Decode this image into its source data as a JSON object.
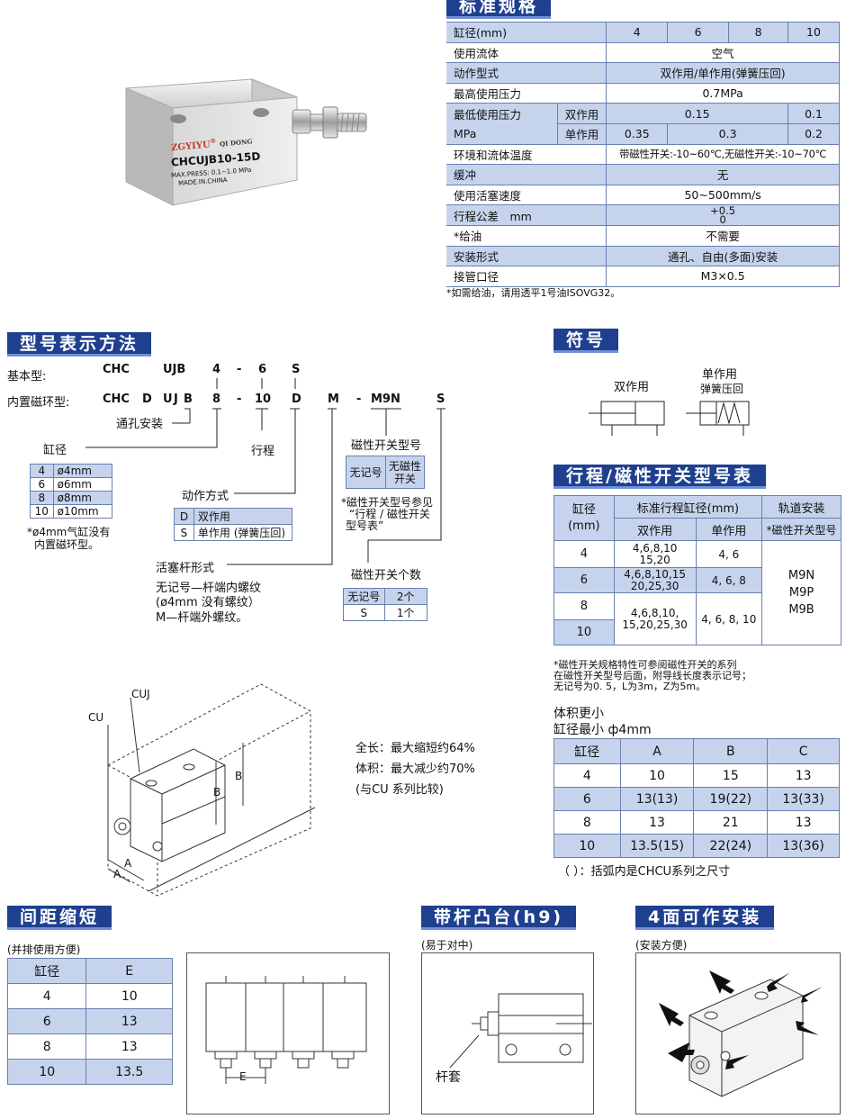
{
  "sections": {
    "spec": "标准规格",
    "model": "型号表示方法",
    "symbol": "符号",
    "stroke": "行程/磁性开关型号表",
    "pitch": "间距缩短",
    "boss": "带杆凸台(h9)",
    "mount": "4面可作安装"
  },
  "product": {
    "brand": "ZGYIYU",
    "brand_mark": "®",
    "maker": "QI DONG",
    "model": "CHCUJB10-15D",
    "pressure": "MAX.PRESS: 0.1~1.0 MPa",
    "made": "MADE.IN.CHINA"
  },
  "spec": {
    "bore_label": "缸径(mm)",
    "bores": [
      "4",
      "6",
      "8",
      "10"
    ],
    "fluid_label": "使用流体",
    "fluid": "空气",
    "action_label": "动作型式",
    "action": "双作用/单作用(弹簧压回)",
    "maxp_label": "最高使用压力",
    "maxp": "0.7MPa",
    "minp_label1": "最低使用压力",
    "minp_label2": "MPa",
    "double_label": "双作用",
    "double_a": "0.15",
    "double_b": "0.1",
    "single_label": "单作用",
    "single_a": "0.35",
    "single_b": "0.3",
    "single_c": "0.2",
    "temp_label": "环境和流体温度",
    "temp": "带磁性开关:-10~60℃,无磁性开关:-10~70℃",
    "cushion_label": "缓冲",
    "cushion": "无",
    "speed_label": "使用活塞速度",
    "speed": "50~500mm/s",
    "tol_label": "行程公差　mm",
    "tol_top": "+0.5",
    "tol_bottom": "0",
    "oil_label": "*给油",
    "oil": "不需要",
    "install_label": "安装形式",
    "install": "通孔、自由(多面)安装",
    "port_label": "接管口径",
    "port": "M3×0.5",
    "note": "*如需给油，请用透平1号油ISOVG32。"
  },
  "model": {
    "basic_label": "基本型:",
    "basic": {
      "a": "CHC",
      "b": "UJB",
      "c": "4",
      "d": "-",
      "e": "6",
      "f": "S"
    },
    "builtin_label": "内置磁环型:",
    "builtin": {
      "a": "CHC",
      "b": "D",
      "c": "U",
      "d": "J",
      "e": "B",
      "f": "8",
      "g": "-",
      "h": "10",
      "i": "D",
      "j": "M",
      "k": "-",
      "l": "M9N",
      "m": "S"
    },
    "through": "通孔安装",
    "bore_label": "缸径",
    "bore_rows": [
      [
        "4",
        "ø4mm"
      ],
      [
        "6",
        "ø6mm"
      ],
      [
        "8",
        "ø8mm"
      ],
      [
        "10",
        "ø10mm"
      ]
    ],
    "bore_note1": "*ø4mm气缸没有",
    "bore_note2": "内置磁环型。",
    "stroke_label": "行程",
    "action_label": "动作方式",
    "action_rows": [
      [
        "D",
        "双作用"
      ],
      [
        "S",
        "单作用 (弹簧压回)"
      ]
    ],
    "rod_label": "活塞杆形式",
    "rod_lines": [
      "无记号—杆端内螺纹",
      "(ø4mm 没有螺纹）",
      "M—杆端外螺纹。"
    ],
    "switch_label": "磁性开关型号",
    "switch_cells": [
      "无记号",
      "无磁性",
      "开关"
    ],
    "switch_note": [
      "*磁性开关型号参见",
      "“行程 / 磁性开关",
      "型号表”"
    ],
    "count_label": "磁性开关个数",
    "count_rows": [
      [
        "无记号",
        "2个"
      ],
      [
        "S",
        "1个"
      ]
    ]
  },
  "symbol": {
    "double": "双作用",
    "single1": "单作用",
    "single2": "弹簧压回"
  },
  "stroke_table": {
    "h_bore": "缸径",
    "h_bore_unit": "(mm)",
    "h_std": "标准行程缸径(mm)",
    "h_rail": "轨道安装",
    "h_double": "双作用",
    "h_single": "单作用",
    "h_switch": "*磁性开关型号",
    "rows": [
      {
        "bore": "4",
        "d1": "4,6,8,10",
        "d2": "15,20",
        "s": "4, 6"
      },
      {
        "bore": "6",
        "d1": "4,6,8,10,15",
        "d2": "20,25,30",
        "s": "4, 6, 8"
      },
      {
        "bore": "8"
      },
      {
        "bore": "10"
      }
    ],
    "merged_d1": "4,6,8,10,",
    "merged_d2": "15,20,25,30",
    "merged_s": "4, 6, 8, 10",
    "switches": [
      "M9N",
      "M9P",
      "M9B"
    ],
    "note": [
      "*磁性开关规格特性可参阅磁性开关的系列",
      "在磁性开关型号后面，附导线长度表示记号；",
      "无记号为0. 5，L为3m，Z为5m。"
    ]
  },
  "compact": {
    "line1": "体积更小",
    "line2": "缸径最小 ф4mm",
    "headers": [
      "缸径",
      "A",
      "B",
      "C"
    ],
    "rows": [
      [
        "4",
        "10",
        "15",
        "13"
      ],
      [
        "6",
        "13(13)",
        "19(22)",
        "13(33)"
      ],
      [
        "8",
        "13",
        "21",
        "13"
      ],
      [
        "10",
        "13.5(15)",
        "22(24)",
        "13(36)"
      ]
    ],
    "note": "（ ）：括弧内是CHCU系列之尺寸"
  },
  "comparison": {
    "cu": "CU",
    "cuj": "CUJ",
    "a": "A",
    "b": "B",
    "lines": [
      "全长：最大缩短约64%",
      "体积：最大减少约70%",
      "(与CU 系列比较)"
    ]
  },
  "pitch": {
    "sub": "(并排使用方便)",
    "headers": [
      "缸径",
      "E"
    ],
    "rows": [
      [
        "4",
        "10"
      ],
      [
        "6",
        "13"
      ],
      [
        "8",
        "13"
      ],
      [
        "10",
        "13.5"
      ]
    ],
    "e": "E"
  },
  "boss": {
    "sub": "(易于对中)",
    "label": "杆套"
  },
  "mount": {
    "sub": "(安装方便)"
  }
}
